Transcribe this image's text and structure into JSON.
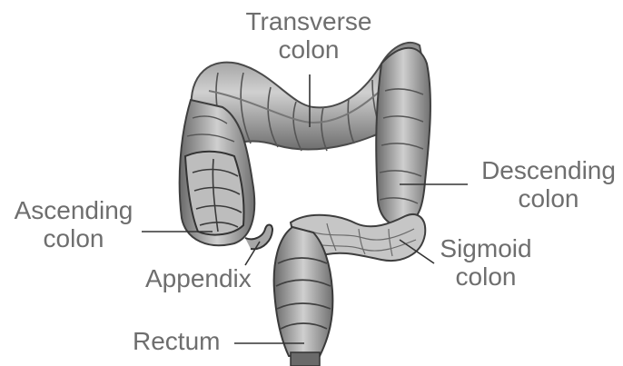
{
  "figure": {
    "labels": {
      "transverse": [
        "Transverse",
        "colon"
      ],
      "descending": [
        "Descending",
        "colon"
      ],
      "ascending": [
        "Ascending",
        "colon"
      ],
      "sigmoid": [
        "Sigmoid",
        "colon"
      ],
      "appendix": "Appendix",
      "rectum": "Rectum"
    },
    "colors": {
      "label_text": "#6e6e6e",
      "leader_line": "#333333",
      "tissue_light": "#c9c9c9",
      "tissue_mid": "#9a9a9a",
      "tissue_dark": "#4a4a4a"
    }
  }
}
